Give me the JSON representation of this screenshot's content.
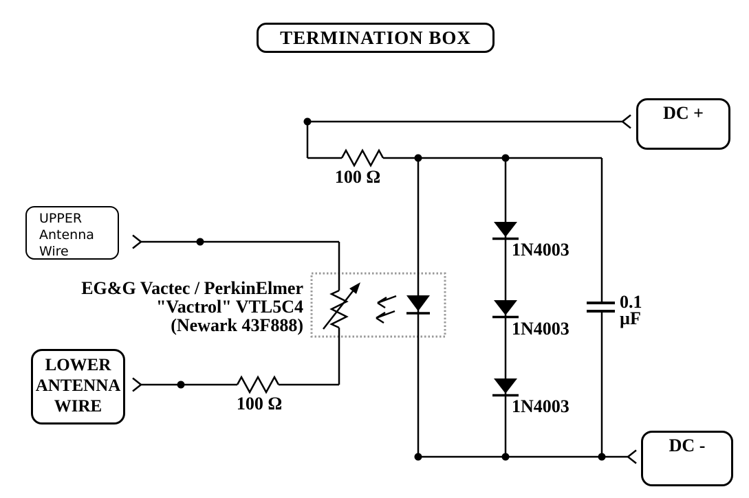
{
  "title": "TERMINATION BOX",
  "terminals": {
    "dc_plus": "DC +",
    "dc_minus": "DC -"
  },
  "antenna_boxes": {
    "upper": {
      "line1": "UPPER",
      "line2": "Antenna",
      "line3": "Wire"
    },
    "lower": {
      "line1": "LOWER",
      "line2": "ANTENNA",
      "line3": "WIRE"
    }
  },
  "components": {
    "vactrol": {
      "line1": "EG&G Vactec / PerkinElmer",
      "line2": "\"Vactrol\" VTL5C4",
      "line3": "(Newark 43F888)"
    },
    "resistor_top": {
      "value": "100 Ω"
    },
    "resistor_lower": {
      "value": "100 Ω"
    },
    "diodes": [
      {
        "label": "1N4003"
      },
      {
        "label": "1N4003"
      },
      {
        "label": "1N4003"
      }
    ],
    "capacitor": {
      "value": "0.1",
      "unit": "µF"
    }
  },
  "colors": {
    "wire": "#000000",
    "background": "#ffffff",
    "vactrol_border": "#999999"
  }
}
